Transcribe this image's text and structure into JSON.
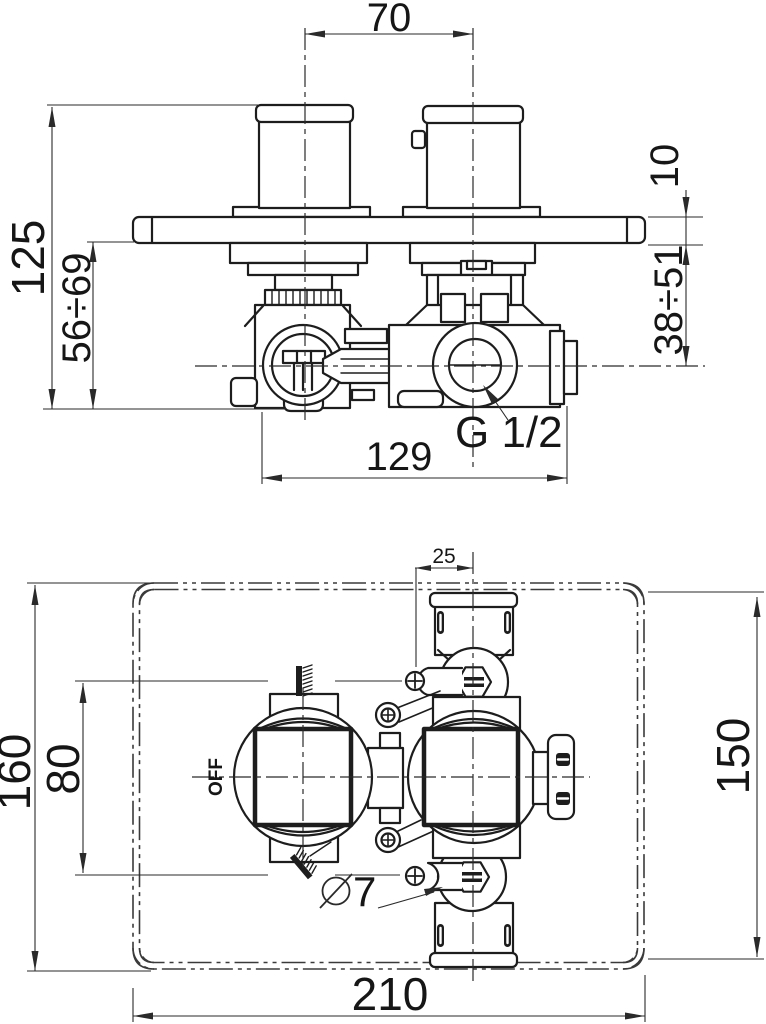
{
  "dims": {
    "top": {
      "handle_distance": "70",
      "overall_depth": "125",
      "mount_depth_range": "56÷69",
      "plate_thickness": "10",
      "body_depth_range": "38÷51",
      "body_width": "129",
      "connection_thread": "G 1/2"
    },
    "bottom": {
      "outlet_offset": "25",
      "fixing_hole_spacing": "80",
      "plate_height": "160",
      "cutout_height": "150",
      "fixing_hole_diameter": "7",
      "plate_width": "210"
    }
  },
  "labels": {
    "off": "OFF"
  },
  "colors": {
    "ink": "#1d1d1d",
    "dim": "#2a2a2a",
    "background": "#ffffff"
  }
}
